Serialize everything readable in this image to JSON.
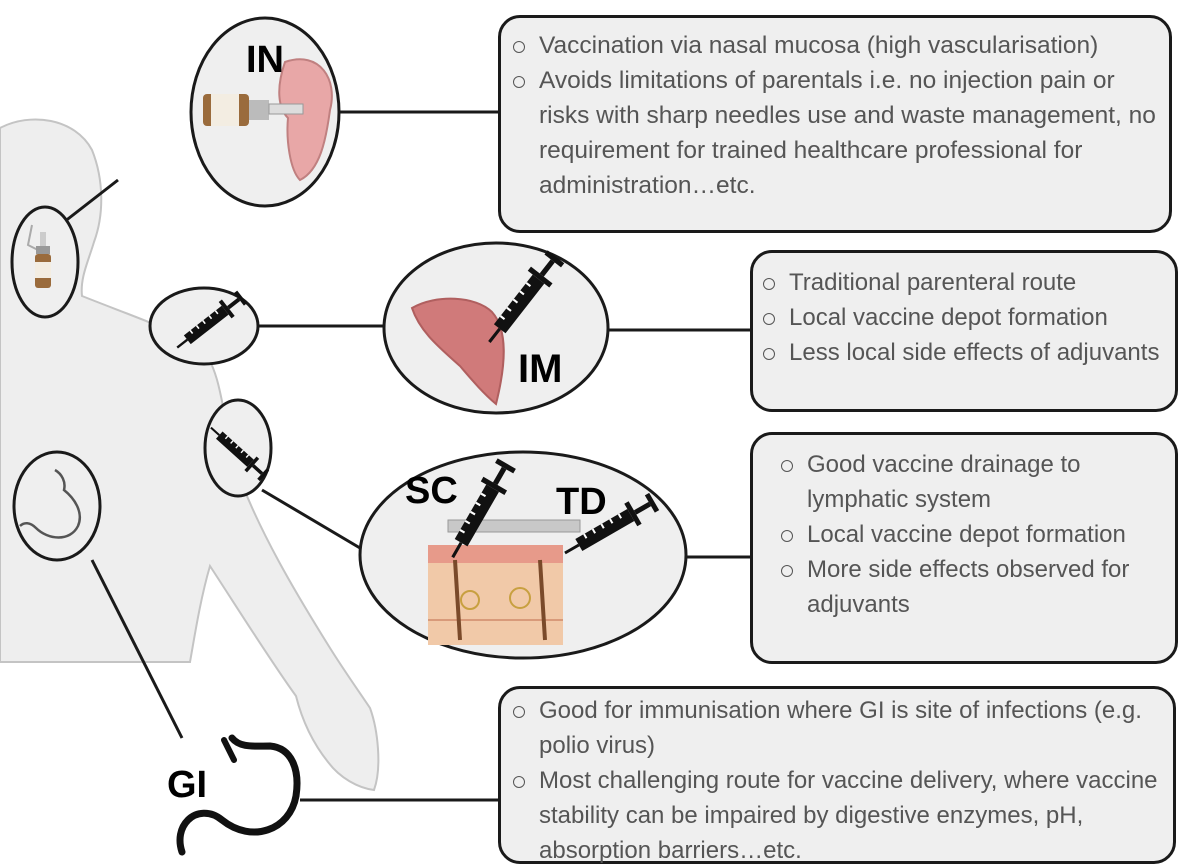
{
  "routes": {
    "in": {
      "label": "IN",
      "points": [
        "Vaccination via nasal mucosa (high vascularisation)",
        "Avoids limitations of parentals i.e. no injection pain or risks with sharp needles use and waste management, no requirement for trained healthcare professional for administration…etc."
      ]
    },
    "im": {
      "label": "IM",
      "points": [
        "Traditional parenteral route",
        "Local vaccine depot formation",
        "Less local side effects of adjuvants"
      ]
    },
    "sc": {
      "label": "SC"
    },
    "td": {
      "label": "TD",
      "points": [
        "Good vaccine drainage to lymphatic system",
        "Local vaccine depot formation",
        "More side effects observed for adjuvants"
      ]
    },
    "gi": {
      "label": "GI",
      "points": [
        "Good for immunisation where GI is site of infections (e.g. polio virus)",
        "Most challenging route for vaccine delivery, where vaccine stability can be impaired by digestive enzymes, pH, absorption barriers…etc."
      ]
    }
  },
  "colors": {
    "outline": "#1a1a1a",
    "box_fill": "#efefef",
    "box_text": "#555555",
    "body_fill": "#eeeeee",
    "muscle": "#d07a7a",
    "skin": "#f1c9a8"
  },
  "icons": [
    "syringe-icon",
    "nasal-spray-icon",
    "stomach-icon",
    "muscle-icon",
    "skin-layer-icon",
    "nasal-cavity-icon"
  ]
}
